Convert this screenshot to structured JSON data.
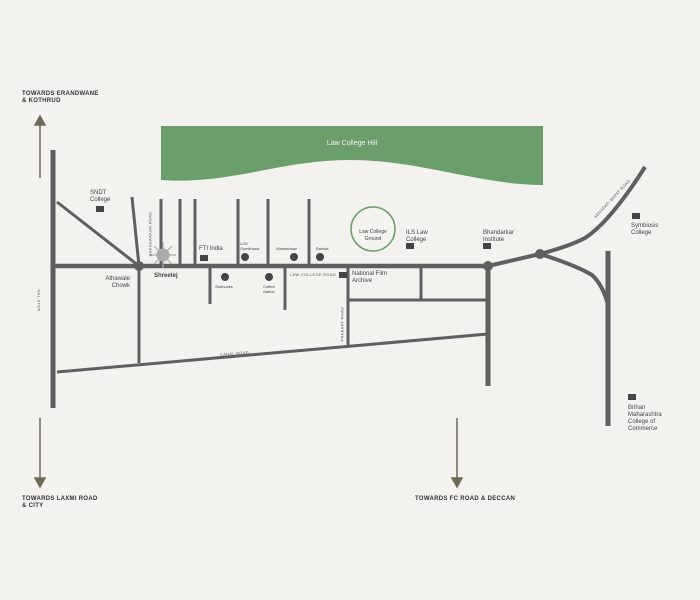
{
  "directions": {
    "top_left": "TOWARDS ERANDWANE & KOTHRUD",
    "bottom_left": "TOWARDS LAXMI ROAD & CITY",
    "bottom_center": "TOWARDS FC ROAD & DECCAN"
  },
  "area": {
    "hill": "Law College Hill",
    "ground": "Law College Ground"
  },
  "roads": {
    "nal_stop": "NAL STOP",
    "bhandarkar": "BHANDARKAR ROAD",
    "law_college": "LAW COLLEGE ROAD",
    "prabhat": "PRABHAT ROAD",
    "canal": "CANAL ROAD",
    "senapati": "SENAPATI BAPAT ROAD"
  },
  "places": {
    "sndt": "SNDT College",
    "athawale": "Athawale Chowk",
    "shreetej": "Shreetej",
    "fti": "FTI India",
    "lok": "LOK Gymkhana",
    "wadeshwar": "Wadeshwar",
    "barista": "Barista",
    "starbucks": "Starbucks",
    "coffee": "Coffee Nation",
    "nfa": "National Film Archive",
    "ils": "ILS Law College",
    "bhandarkar": "Bhandarkar Institute",
    "symbiosis": "Symbiosis College",
    "bmcc": "Brihan Maharashtra College of Commerce"
  },
  "colors": {
    "road": "#5f5f5f",
    "green": "#6a9e6a",
    "arrow": "#6b6b55"
  }
}
